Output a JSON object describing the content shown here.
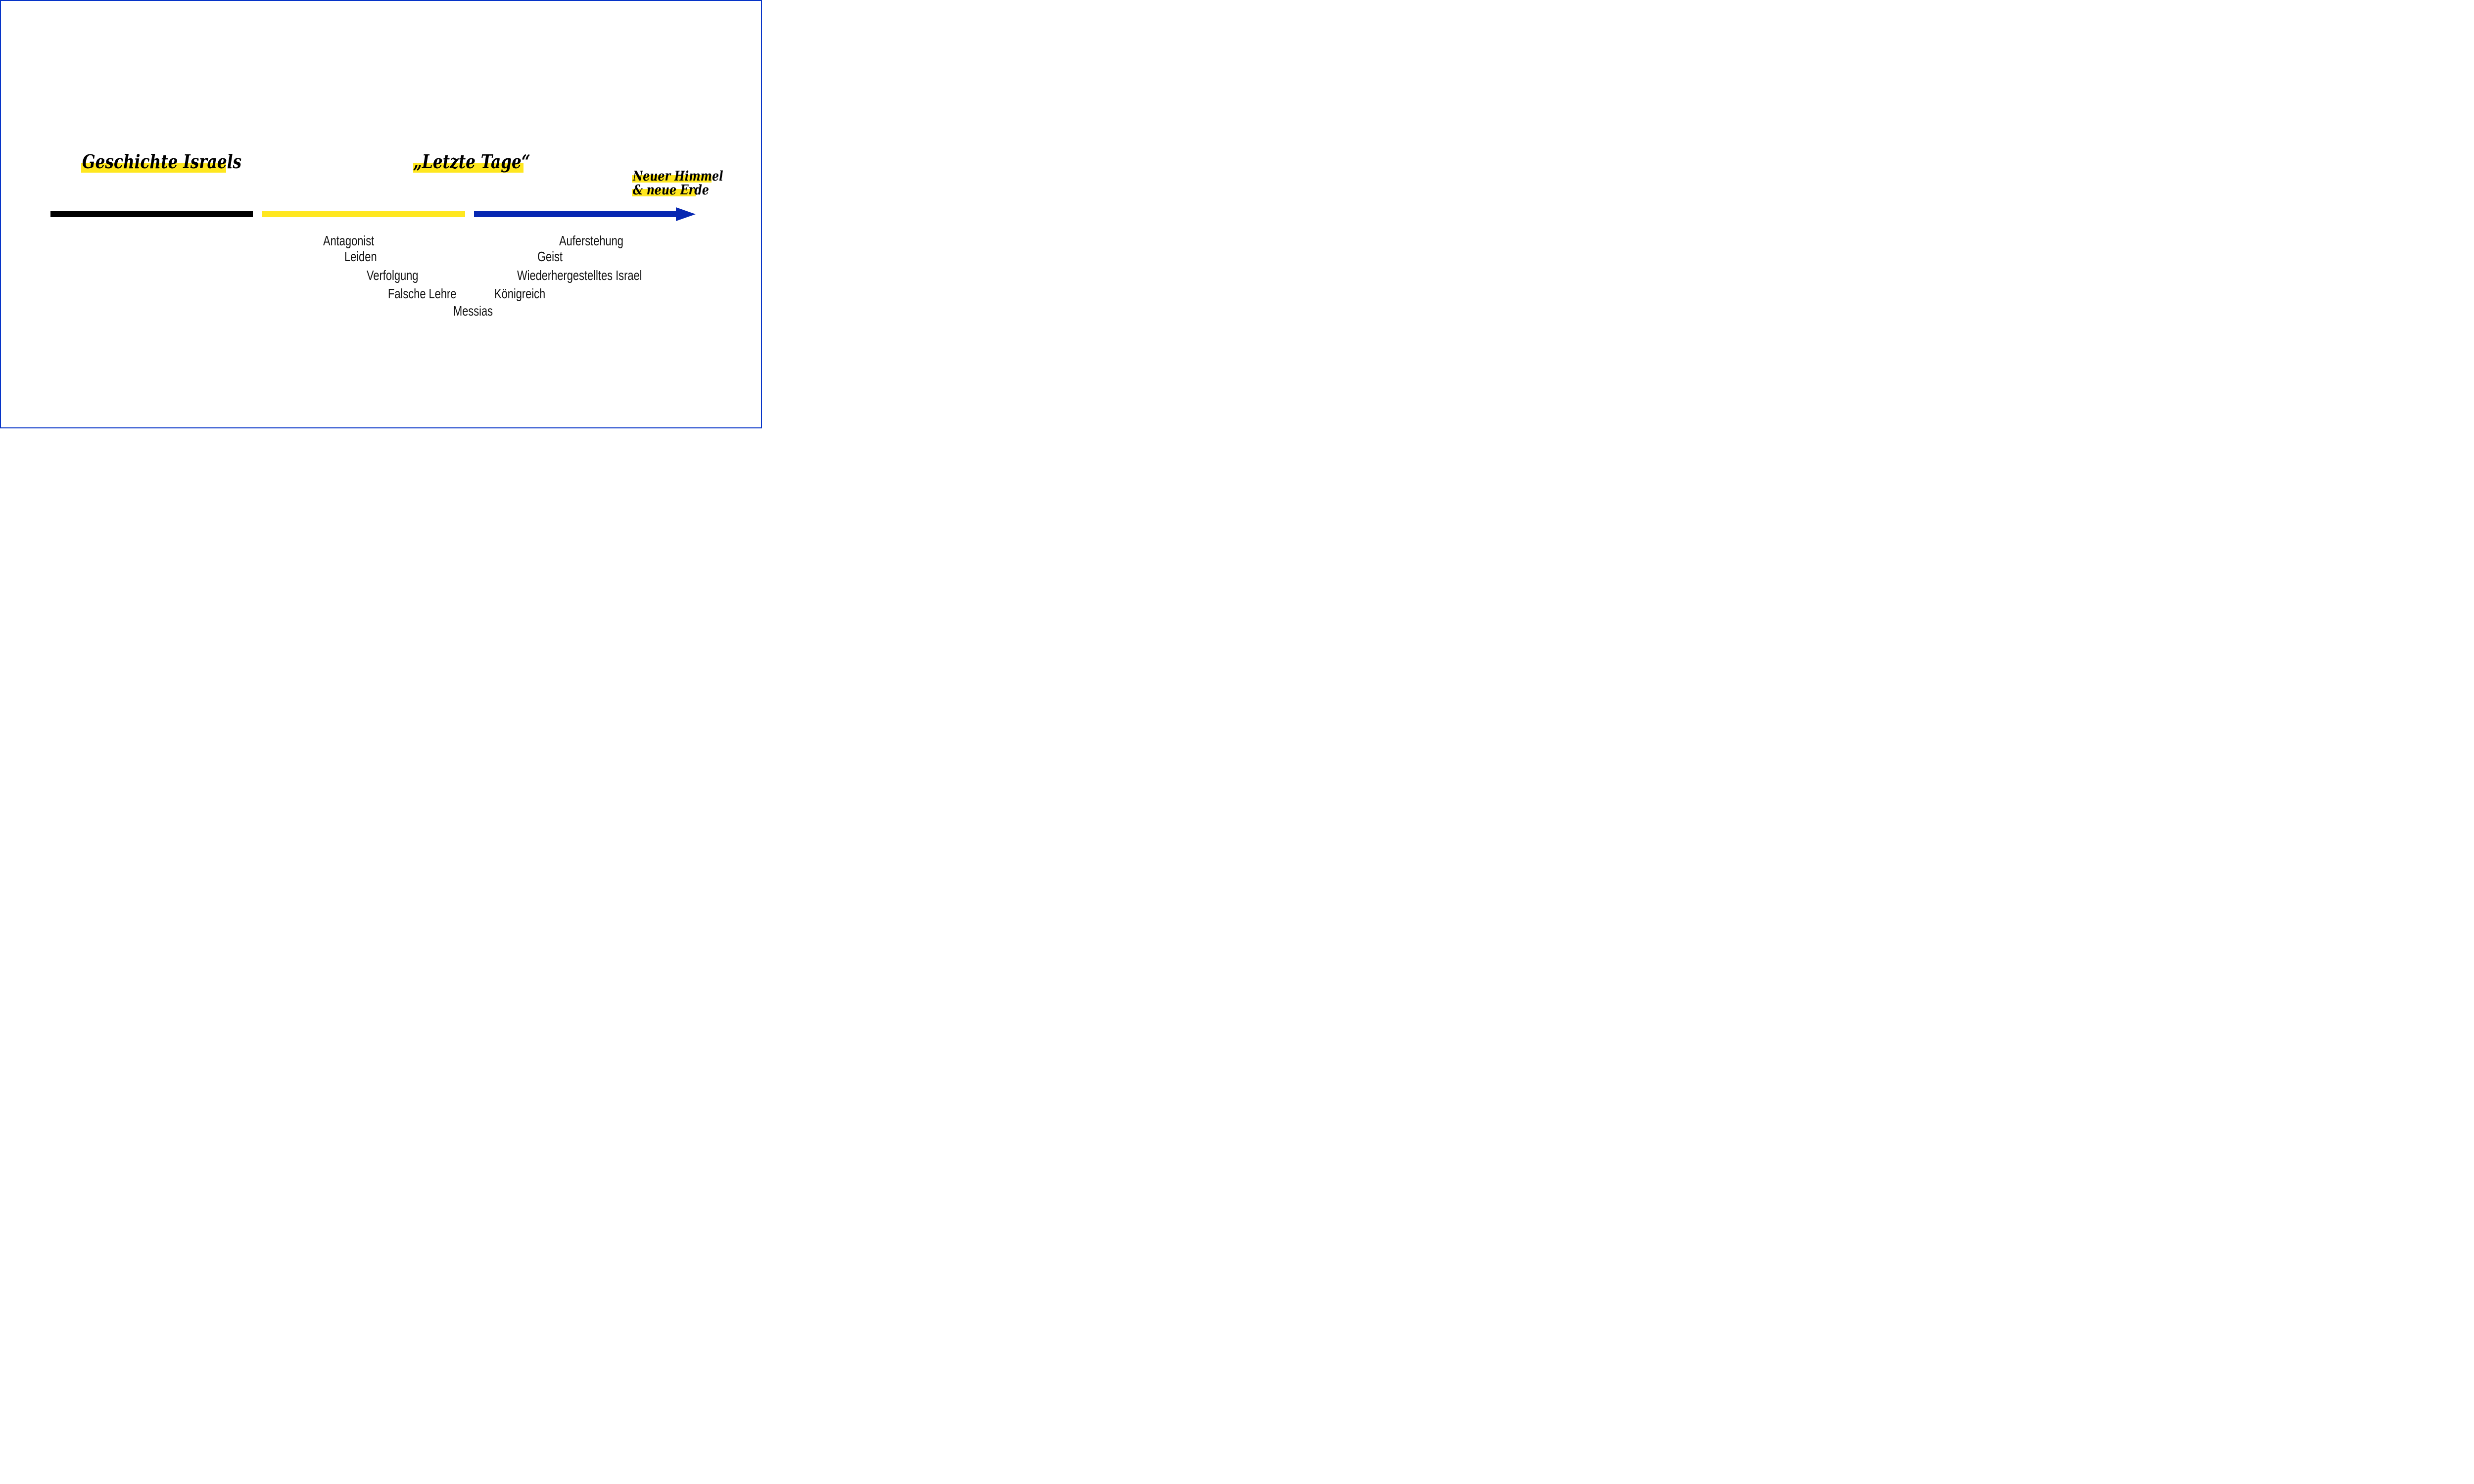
{
  "slide": {
    "background": "#ffffff",
    "border_color": "#0634c8"
  },
  "colors": {
    "highlight_yellow": "#ffe71f",
    "bar_black": "#000000",
    "bar_yellow": "#ffe71f",
    "bar_blue": "#0627b2",
    "text_black": "#000000"
  },
  "sections": {
    "history": {
      "title": "Geschichte Israels"
    },
    "last_days": {
      "title": "„Letzte Tage“"
    },
    "new_heaven": {
      "title_line1": "Neuer Himmel",
      "title_line2": "& neue Erde"
    }
  },
  "last_days_labels": [
    "Antagonist",
    "Leiden",
    "Verfolgung",
    "Falsche Lehre",
    "Messias"
  ],
  "new_heaven_labels": [
    "Königreich",
    "Wiederhergestelltes Israel",
    "Geist",
    "Auferstehung"
  ]
}
